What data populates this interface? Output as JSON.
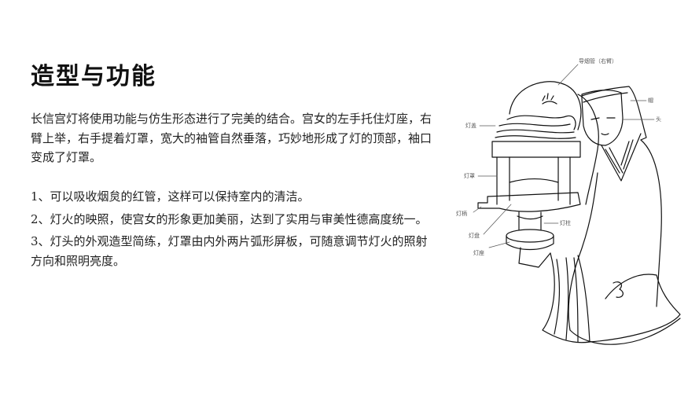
{
  "title": "造型与功能",
  "intro": "长信宫灯将使用功能与仿生形态进行了完美的结合。宫女的左手托住灯座，右臂上举，右手提着灯罩，宽大的袖管自然垂落，巧妙地形成了灯的顶部，袖口变成了灯罩。",
  "points": [
    "1、可以吸收烟炱的红管，这样可以保持室内的清洁。",
    "2、灯火的映照，使宫女的形象更加美丽，达到了实用与审美性德高度统一。",
    "3、灯头的外观造型简练，灯罩由内外两片弧形屏板，可随意调节灯火的照射方向和照明亮度。"
  ],
  "figure": {
    "labels": {
      "smoke_pipe": "导烟管（右臂）",
      "hat": "帽",
      "head": "头",
      "lamp_cover": "灯盖",
      "lamp_shade": "灯罩",
      "lamp_handle": "灯柄",
      "lamp_pillar": "灯柱",
      "lamp_plate": "灯盘",
      "lamp_base": "灯座"
    }
  }
}
